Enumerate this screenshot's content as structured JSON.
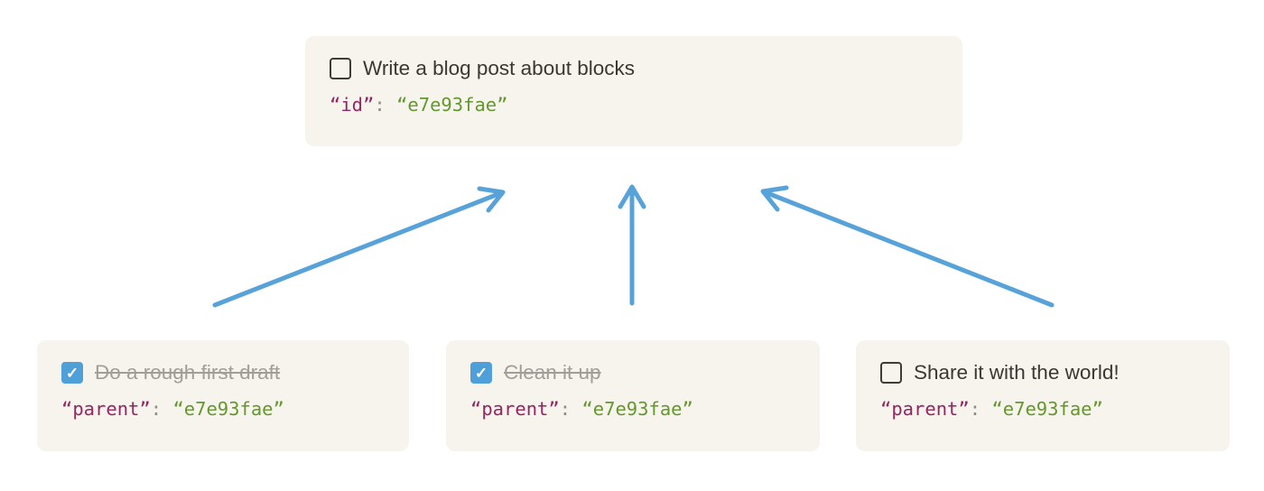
{
  "colors": {
    "arrow": "#57a3d9",
    "card_background": "#f7f3ed",
    "checkbox_checked": "#4fa0d8",
    "code_key": "#942661",
    "code_value": "#63982e",
    "task_text": "#3b3834",
    "done_text": "#a19e99"
  },
  "icons": {
    "checkmark": "✓"
  },
  "cards": [
    {
      "role": "parent",
      "state": "todo",
      "checkbox_glyph": "",
      "label": "Write a blog post about blocks",
      "code": {
        "key": "“id”",
        "separator": ": ",
        "value": "“e7e93fae”"
      }
    },
    {
      "role": "child",
      "state": "done",
      "checkbox_glyph": "✓",
      "label": "Do a rough first draft",
      "code": {
        "key": "“parent”",
        "separator": ": ",
        "value": "“e7e93fae”"
      }
    },
    {
      "role": "child",
      "state": "done",
      "checkbox_glyph": "✓",
      "label": "Clean it up",
      "code": {
        "key": "“parent”",
        "separator": ": ",
        "value": "“e7e93fae”"
      }
    },
    {
      "role": "child",
      "state": "todo",
      "checkbox_glyph": "",
      "label": "Share it with the world!",
      "code": {
        "key": "“parent”",
        "separator": ": ",
        "value": "“e7e93fae”"
      }
    }
  ]
}
